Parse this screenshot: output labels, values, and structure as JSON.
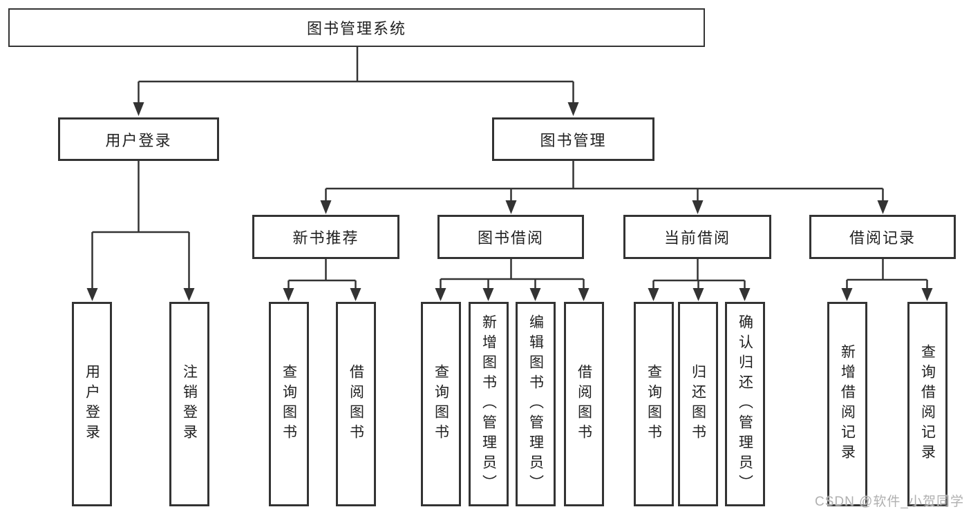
{
  "colors": {
    "line": "#333333",
    "text": "#212121",
    "background": "#ffffff",
    "watermark": "#b0b0b0"
  },
  "watermark": {
    "text": "CSDN @软件_小贺同学"
  },
  "tree": {
    "root": "图书管理系统",
    "branches": [
      {
        "label": "用户登录",
        "children": [
          "用户登录",
          "注销登录"
        ]
      },
      {
        "label": "图书管理",
        "groups": [
          {
            "label": "新书推荐",
            "children": [
              "查询图书",
              "借阅图书"
            ]
          },
          {
            "label": "图书借阅",
            "children": [
              "查询图书",
              "新增图书（管理员）",
              "编辑图书（管理员）",
              "借阅图书"
            ]
          },
          {
            "label": "当前借阅",
            "children": [
              "查询图书",
              "归还图书",
              "确认归还（管理员）"
            ]
          },
          {
            "label": "借阅记录",
            "children": [
              "新增借阅记录",
              "查询借阅记录"
            ]
          }
        ]
      }
    ]
  }
}
